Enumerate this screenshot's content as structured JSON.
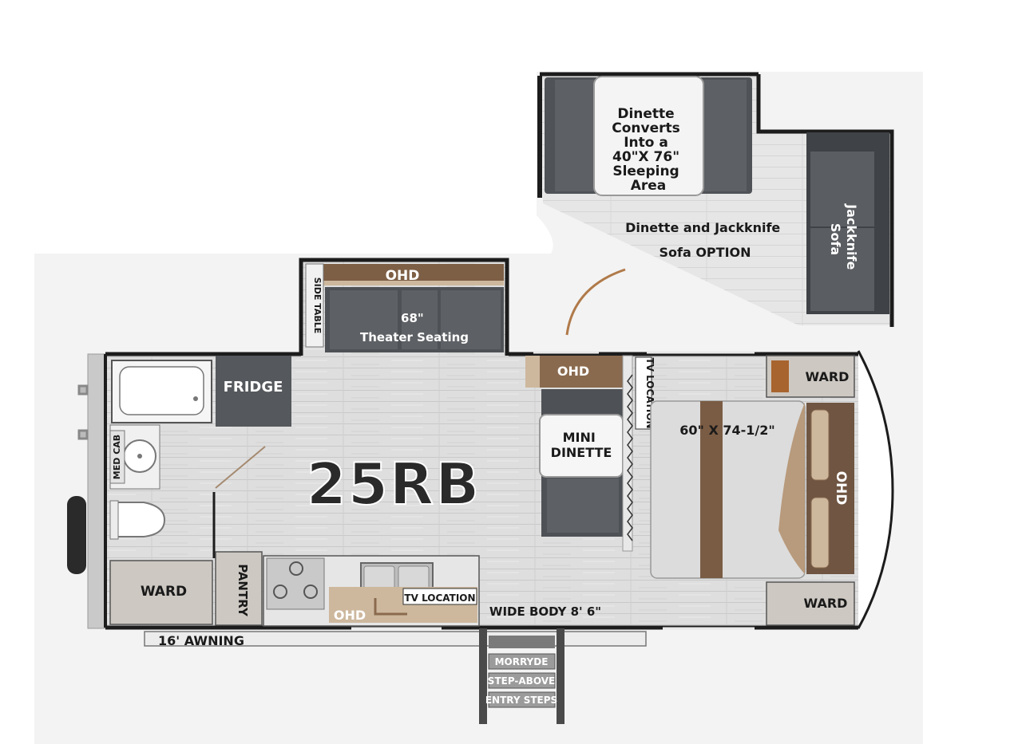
{
  "model": {
    "name": "25RB"
  },
  "option": {
    "dinette_note": [
      "Dinette",
      "Converts",
      "Into a",
      "40\"X 76\"",
      "Sleeping",
      "Area"
    ],
    "jackknife_label": [
      "Jackknife",
      "Sofa"
    ],
    "caption": [
      "Dinette and Jackknife",
      "Sofa OPTION"
    ]
  },
  "rooms": {
    "ohd_slide": "OHD",
    "side_table": "SIDE TABLE",
    "theater_seating": [
      "68\"",
      "Theater Seating"
    ],
    "fridge": "FRIDGE",
    "ohd_dinette": "OHD",
    "tv_location_vertical": "TV LOCATION",
    "mini_dinette": [
      "MINI",
      "DINETTE"
    ],
    "bed_size": "60\" X 74-1/2\"",
    "ward_front_top": "WARD",
    "ward_front_bottom": "WARD",
    "ohd_front": "OHD",
    "med_cab": "MED CAB",
    "ward_rear": "WARD",
    "pantry": "PANTRY",
    "ohd_kitchen": "OHD",
    "tv_location_kitchen": "TV LOCATION",
    "wide_body": "WIDE BODY 8' 6\"",
    "awning": "16' AWNING",
    "steps": [
      "MORRYDE",
      "STEP-ABOVE",
      "ENTRY STEPS"
    ]
  },
  "colors": {
    "wall": "#1c1c1c",
    "floor": "#dcdcdc",
    "cushion": "#55585c",
    "wood": "#8a6a4e",
    "wood_light": "#cdb89e"
  }
}
